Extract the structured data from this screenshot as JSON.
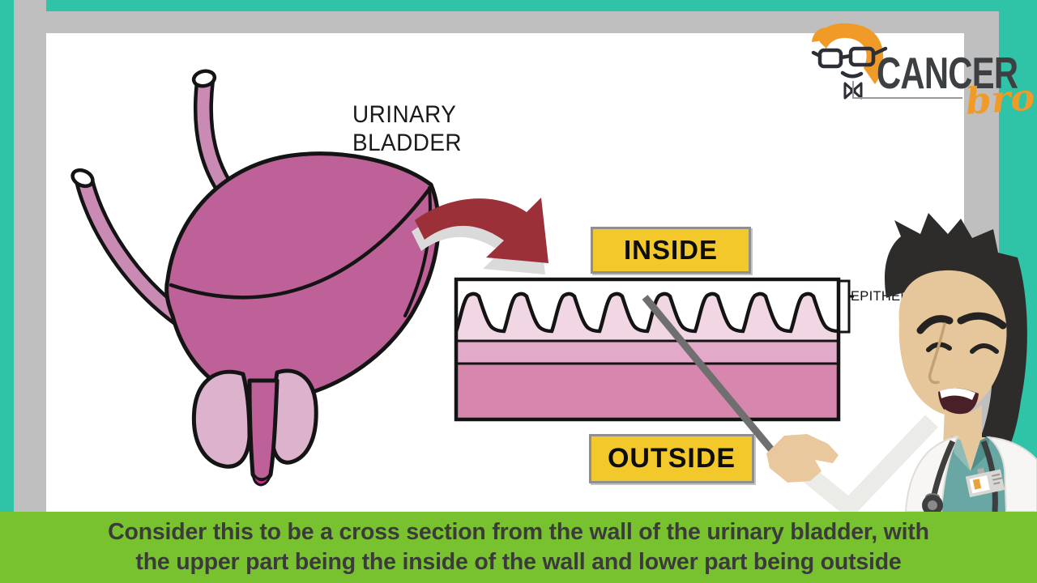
{
  "brand": {
    "main": "CANCER",
    "sub": "bro"
  },
  "labels": {
    "organ_line1": "URINARY",
    "organ_line2": "BLADDER",
    "inside": "INSIDE",
    "outside": "OUTSIDE",
    "epithelium": "EPITHELIUM"
  },
  "caption": {
    "line1": "Consider this to be a cross section from the wall of the urinary bladder, with",
    "line2": "the upper part being the inside of the wall and lower part being outside"
  },
  "icons": {
    "mascot_face": "cancerbro-mascot-face",
    "bladder_drawing": "urinary-bladder-drawing",
    "arrow": "red-curved-arrow",
    "cross_section": "bladder-wall-cross-section",
    "pointer": "pointer-stick",
    "hand": "presenter-hand",
    "doctor": "cartoon-doctor"
  },
  "colors": {
    "teal": "#2fc3a7",
    "frame_gray": "#c0bfbf",
    "caption_green": "#79c22f",
    "caption_text": "#3b3b3b",
    "label_yellow": "#f2c82a",
    "arrow_red": "#9c3039",
    "bladder_pink": "#bd6198",
    "ureter_pink": "#c98ab3",
    "prostate_pink": "#dcb2cd",
    "layer_light": "#f0d7e3",
    "layer_mid": "#e2aac8",
    "layer_dark": "#d786ae",
    "pointer_gray": "#6f6f6f",
    "hand_tan": "#eac89d",
    "logo_orange": "#f09a27",
    "logo_charcoal": "#3d4043"
  }
}
